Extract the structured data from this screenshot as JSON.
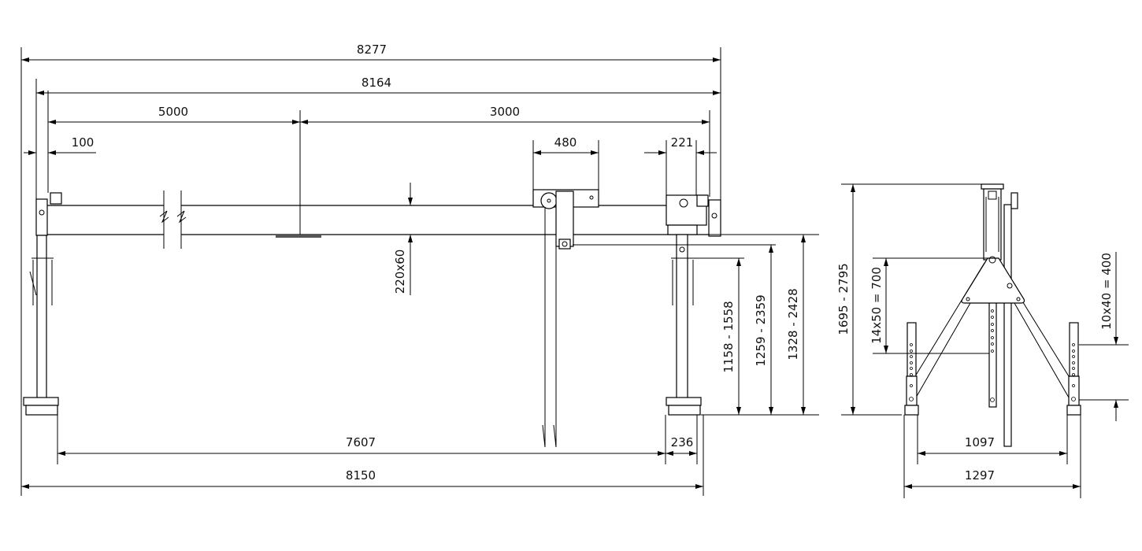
{
  "drawing": {
    "front_view": {
      "dimensions": {
        "overall_length": "8277",
        "rail_length": "8164",
        "span_left": "5000",
        "span_right": "3000",
        "end_offset": "100",
        "trolley_width": "480",
        "carriage_width": "221",
        "beam_profile": "220x60",
        "height_range_1": "1158 - 1558",
        "height_range_2": "1259 - 2359",
        "height_range_3": "1328 - 2428",
        "leg_spacing": "7607",
        "foot_offset": "236",
        "base_length": "8150"
      }
    },
    "side_view": {
      "dimensions": {
        "total_height_range": "1695 - 2795",
        "column_adjust": "14x50 = 700",
        "leg_adjust": "10x40 = 400",
        "inner_width": "1097",
        "outer_width": "1297"
      }
    }
  }
}
